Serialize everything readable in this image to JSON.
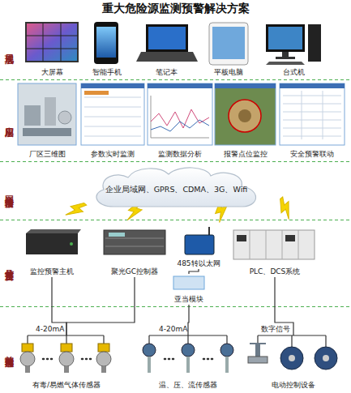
{
  "diagram": {
    "title": "重大危险源监测预警解决方案",
    "nodes": [
      {
        "text": [
          "展现层"
        ]
      },
      {
        "text": [
          "大屏幕"
        ],
        "in": 0
      },
      {
        "text": [
          "智能手机"
        ],
        "in": 0
      },
      {
        "text": [
          "笔记本"
        ],
        "in": 0
      },
      {
        "text": [
          "平板电脑"
        ],
        "in": 0
      },
      {
        "text": [
          "台式机"
        ],
        "in": 0
      },
      {
        "text": [
          "应用层"
        ]
      },
      {
        "text": [
          "厂区三维图"
        ],
        "in": 6
      },
      {
        "text": [
          "参数实时监测"
        ],
        "in": 6
      },
      {
        "text": [
          "监测数据分析"
        ],
        "in": 6
      },
      {
        "text": [
          "报警点位监控"
        ],
        "in": 6
      },
      {
        "text": [
          "安全预警联动"
        ],
        "in": 6
      },
      {
        "text": [
          "网络传输层"
        ]
      },
      {
        "text": [
          "企业局域网、GPRS、CDMA、3G、Wifi"
        ],
        "in": 12
      },
      {
        "text": [
          "信号整合层"
        ]
      },
      {
        "text": [
          "监控预警主机"
        ],
        "in": 14
      },
      {
        "text": [
          "聚光GC控制器"
        ],
        "in": 14
      },
      {
        "text": [
          "485转以太网"
        ],
        "in": 14
      },
      {
        "text": [
          "亚当模块"
        ],
        "in": 14
      },
      {
        "text": [
          "PLC、DCS系统"
        ],
        "in": 14
      },
      {
        "text": [
          "前端传感层"
        ]
      },
      {
        "text": [
          "有毒/易燃气体传感器"
        ],
        "in": 20
      },
      {
        "text": [
          "温、压、流传感器"
        ],
        "in": 20
      },
      {
        "text": [
          "电动控制设备"
        ],
        "in": 20
      }
    ],
    "edges": [
      {
        "from": 21,
        "to": 15,
        "label": "4-20mA",
        "arrow": "none"
      },
      {
        "from": 21,
        "to": 16,
        "arrow": "none"
      },
      {
        "from": 22,
        "to": 18,
        "label": "4-20mA",
        "arrow": "none"
      },
      {
        "from": 18,
        "to": 17,
        "arrow": "none"
      },
      {
        "from": 23,
        "to": 19,
        "label": "数字信号",
        "arrow": "none"
      }
    ]
  }
}
